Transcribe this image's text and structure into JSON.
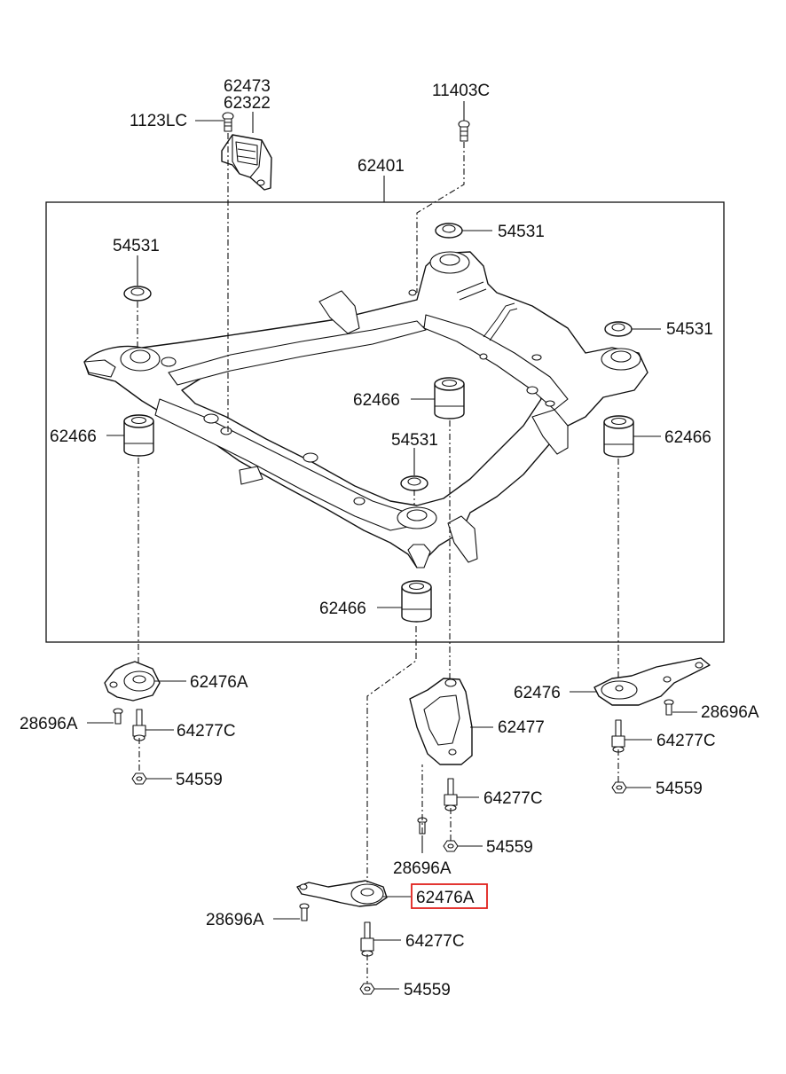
{
  "labels": {
    "l_62473": "62473",
    "l_62322": "62322",
    "l_1123LC": "1123LC",
    "l_11403C": "11403C",
    "l_62401": "62401",
    "l_54531_a": "54531",
    "l_54531_b": "54531",
    "l_54531_c": "54531",
    "l_54531_d": "54531",
    "l_62466_a": "62466",
    "l_62466_b": "62466",
    "l_62466_c": "62466",
    "l_62466_d": "62466",
    "l_62476A_a": "62476A",
    "l_62476A_b": "62476A",
    "l_62476": "62476",
    "l_62477": "62477",
    "l_28696A_a": "28696A",
    "l_28696A_b": "28696A",
    "l_28696A_c": "28696A",
    "l_28696A_d": "28696A",
    "l_64277C_a": "64277C",
    "l_64277C_b": "64277C",
    "l_64277C_c": "64277C",
    "l_64277C_d": "64277C",
    "l_54559_a": "54559",
    "l_54559_b": "54559",
    "l_54559_c": "54559",
    "l_54559_d": "54559"
  },
  "highlight": {
    "part": "62476A",
    "color": "#e0201b"
  }
}
